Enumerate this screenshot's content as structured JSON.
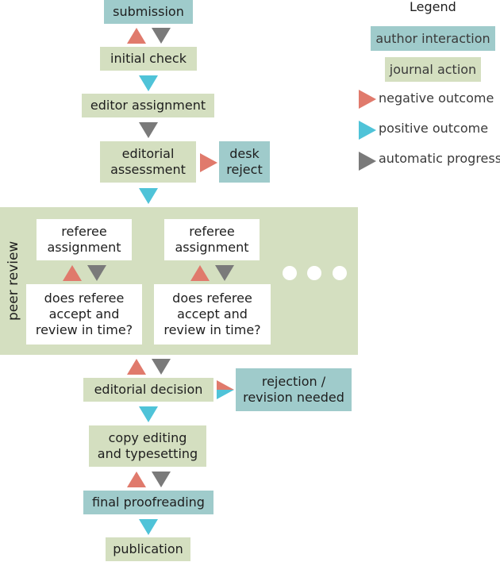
{
  "colors": {
    "author": "#9fcbcb",
    "journal": "#d4dfc0",
    "negative": "#e07a6c",
    "positive": "#4fc3d8",
    "automatic": "#7a7a7a"
  },
  "steps": {
    "submission": "submission",
    "initial_check": "initial check",
    "editor_assignment": "editor assignment",
    "editorial_assessment_1": "editorial",
    "editorial_assessment_2": "assessment",
    "desk_reject_1": "desk",
    "desk_reject_2": "reject",
    "peer_review": "peer review",
    "referee_assignment_1": "referee",
    "referee_assignment_2": "assignment",
    "does_referee_1": "does referee",
    "does_referee_2": "accept and",
    "does_referee_3": "review in time?",
    "editorial_decision": "editorial decision",
    "rejection_1": "rejection /",
    "rejection_2": "revision needed",
    "copy_editing_1": "copy editing",
    "copy_editing_2": "and typesetting",
    "final_proofreading": "final proofreading",
    "publication": "publication"
  },
  "legend": {
    "title": "Legend",
    "author_interaction": "author interaction",
    "journal_action": "journal action",
    "negative_outcome": "negative outcome",
    "positive_outcome": "positive outcome",
    "automatic_progress": "automatic progress"
  }
}
